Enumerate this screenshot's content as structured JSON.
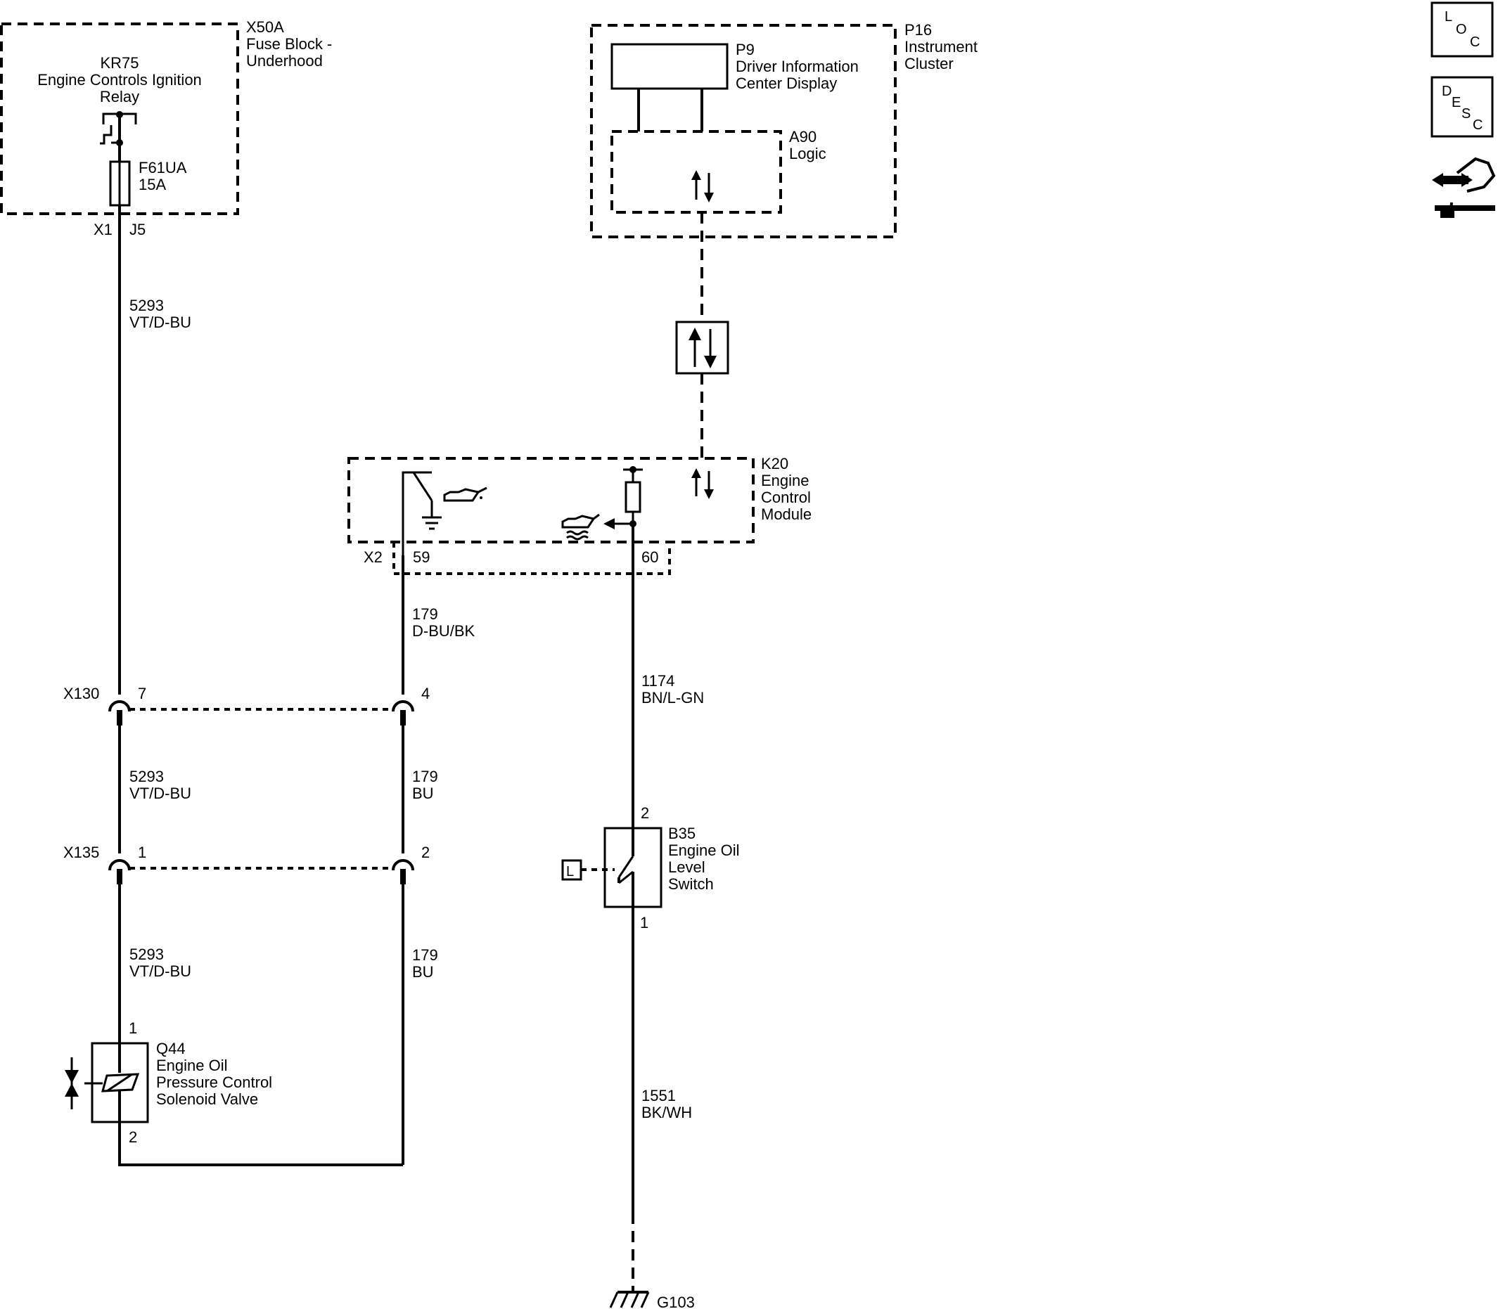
{
  "components": {
    "x50a": {
      "ref": "X50A",
      "name_line1": "Fuse Block -",
      "name_line2": "Underhood"
    },
    "kr75": {
      "ref": "KR75",
      "name_line1": "Engine Controls Ignition",
      "name_line2": "Relay"
    },
    "f61ua": {
      "ref": "F61UA",
      "rating": "15A"
    },
    "p16": {
      "ref": "P16",
      "name_line1": "Instrument",
      "name_line2": "Cluster"
    },
    "p9": {
      "ref": "P9",
      "name_line1": "Driver Information",
      "name_line2": "Center Display"
    },
    "a90": {
      "ref": "A90",
      "name": "Logic"
    },
    "k20": {
      "ref": "K20",
      "name_line1": "Engine",
      "name_line2": "Control",
      "name_line3": "Module"
    },
    "b35": {
      "ref": "B35",
      "name_line1": "Engine Oil",
      "name_line2": "Level",
      "name_line3": "Switch"
    },
    "q44": {
      "ref": "Q44",
      "name_line1": "Engine Oil",
      "name_line2": "Pressure Control",
      "name_line3": "Solenoid Valve"
    },
    "g103": {
      "ref": "G103"
    }
  },
  "connectors": {
    "x1": "X1",
    "j5": "J5",
    "x2": "X2",
    "x2_pin59": "59",
    "x2_pin60": "60",
    "x130": "X130",
    "x130_pin7": "7",
    "x130_pin4": "4",
    "x135": "X135",
    "x135_pin1": "1",
    "x135_pin2": "2",
    "b35_pin2": "2",
    "b35_pin1": "1",
    "q44_pin1": "1",
    "q44_pin2": "2",
    "b35_inline_label": "L"
  },
  "wires": {
    "w1": {
      "circuit": "5293",
      "color": "VT/D-BU"
    },
    "w2": {
      "circuit": "5293",
      "color": "VT/D-BU"
    },
    "w3": {
      "circuit": "5293",
      "color": "VT/D-BU"
    },
    "w4": {
      "circuit": "179",
      "color": "D-BU/BK"
    },
    "w5": {
      "circuit": "179",
      "color": "BU"
    },
    "w6": {
      "circuit": "179",
      "color": "BU"
    },
    "w7": {
      "circuit": "1174",
      "color": "BN/L-GN"
    },
    "w8": {
      "circuit": "1551",
      "color": "BK/WH"
    }
  },
  "side_buttons": {
    "loc": {
      "l1": "L",
      "l2": "O",
      "l3": "C"
    },
    "desc": {
      "l1": "D",
      "l2": "E",
      "l3": "S",
      "l4": "C"
    },
    "nav_icon": "connector-navigation-icon"
  }
}
